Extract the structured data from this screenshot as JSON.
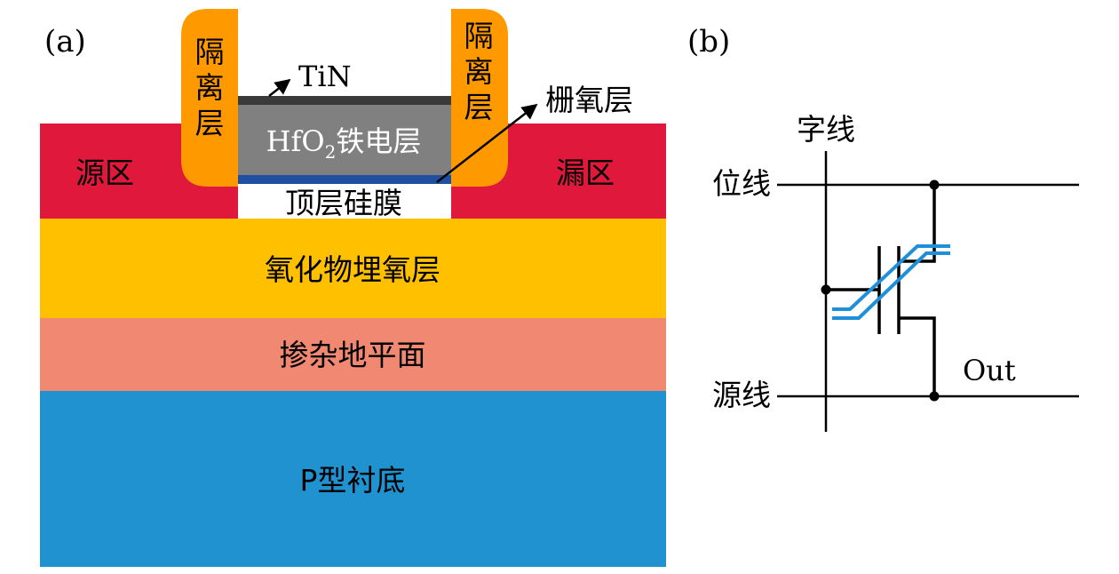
{
  "panel_a": {
    "label": "(a)",
    "spacer_left": [
      "隔",
      "离",
      "层"
    ],
    "spacer_right": [
      "隔",
      "离",
      "层"
    ],
    "tin_label": "TiN",
    "gate_oxide_label": "栅氧层",
    "ferro_label_prefix": "HfO",
    "ferro_label_sub": "2",
    "ferro_label_suffix": "铁电层",
    "source_label": "源区",
    "drain_label": "漏区",
    "top_si_label": "顶层硅膜",
    "box_label": "氧化物埋氧层",
    "ground_plane_label": "掺杂地平面",
    "substrate_label": "P型衬底",
    "colors": {
      "spacer": "#FF9900",
      "source_drain": "#E0193C",
      "ferroelectric": "#808080",
      "tin": "#3A3A3A",
      "gate_oxide": "#1F4FA0",
      "box": "#FFC000",
      "ground_plane": "#F08872",
      "substrate": "#2092CF"
    }
  },
  "panel_b": {
    "label": "(b)",
    "word_line": "字线",
    "bit_line": "位线",
    "source_line": "源线",
    "out_label": "Out",
    "colors": {
      "wire": "#000000",
      "hysteresis": "#1E8FD8"
    }
  }
}
